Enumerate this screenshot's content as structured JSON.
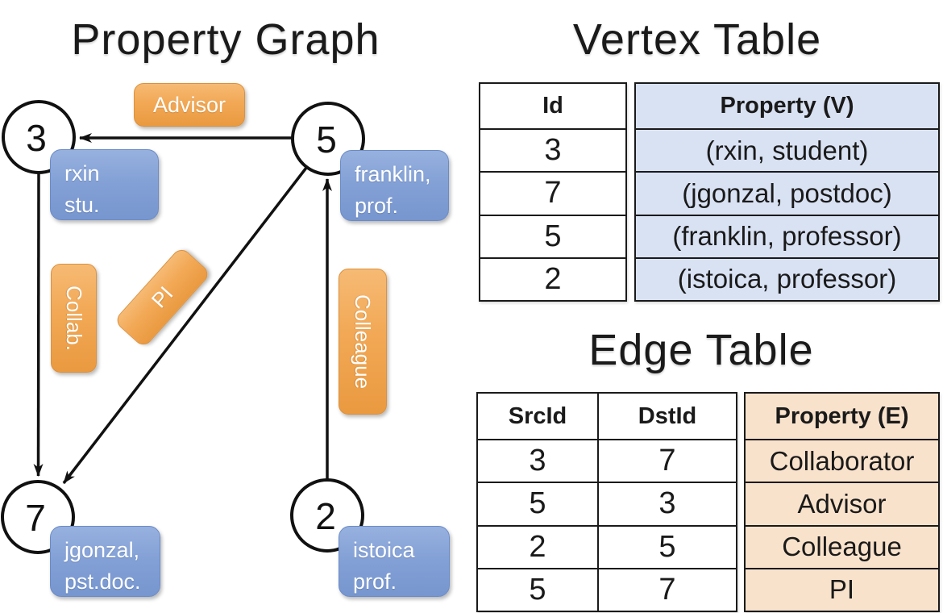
{
  "graph": {
    "title": "Property Graph",
    "vertices": [
      {
        "id": "3",
        "label_line1": "rxin",
        "label_line2": "stu."
      },
      {
        "id": "5",
        "label_line1": "franklin,",
        "label_line2": "prof."
      },
      {
        "id": "7",
        "label_line1": "jgonzal,",
        "label_line2": "pst.doc."
      },
      {
        "id": "2",
        "label_line1": "istoica",
        "label_line2": "prof."
      }
    ],
    "edge_labels": {
      "advisor": "Advisor",
      "collab": "Collab.",
      "pi": "PI",
      "colleague": "Colleague"
    }
  },
  "vertex_table": {
    "title": "Vertex Table",
    "columns": {
      "id": "Id",
      "property": "Property (V)"
    },
    "rows": [
      {
        "id": "3",
        "property": "(rxin, student)"
      },
      {
        "id": "7",
        "property": "(jgonzal, postdoc)"
      },
      {
        "id": "5",
        "property": "(franklin, professor)"
      },
      {
        "id": "2",
        "property": "(istoica, professor)"
      }
    ]
  },
  "edge_table": {
    "title": "Edge Table",
    "columns": {
      "src": "SrcId",
      "dst": "DstId",
      "property": "Property (E)"
    },
    "rows": [
      {
        "src": "3",
        "dst": "7",
        "property": "Collaborator"
      },
      {
        "src": "5",
        "dst": "3",
        "property": "Advisor"
      },
      {
        "src": "2",
        "dst": "5",
        "property": "Colleague"
      },
      {
        "src": "5",
        "dst": "7",
        "property": "PI"
      }
    ]
  },
  "colors": {
    "edge_label_fill": "#F0A855",
    "vertex_label_fill": "#84A1D6",
    "vertex_property_cell_bg": "#D9E2F3",
    "edge_property_cell_bg": "#F9E2CB",
    "table_border": "#1A1A1A",
    "label_text": "#FFFFFF",
    "ink": "#111111"
  }
}
